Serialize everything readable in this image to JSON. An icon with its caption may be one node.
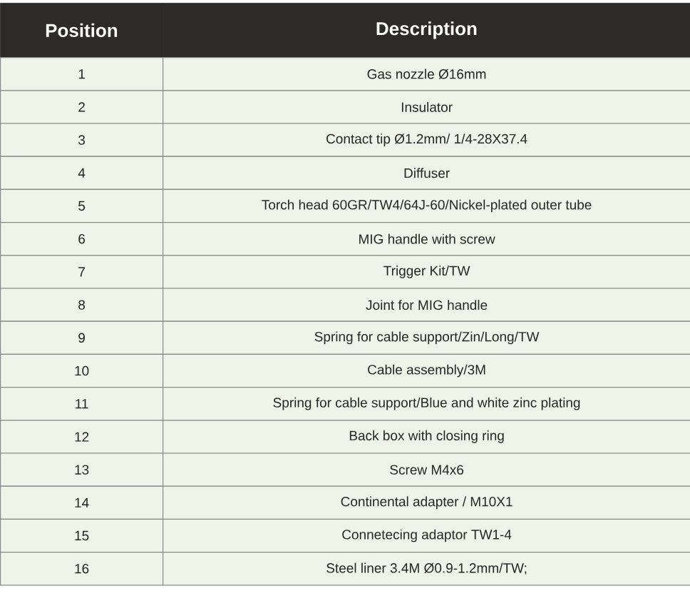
{
  "diagram": {
    "labels": [
      "Position",
      "Description",
      "1",
      "Gas nozzle Ø16mm",
      "2",
      "Insulator",
      "3",
      "Contact tip Ø1.2mm/ 1/4-28X37.4",
      "4",
      "Diffuser",
      "5",
      "Torch head 60GR/TW4/64J-60/Nickel-plated outer tube",
      "6",
      "MIG handle with screw",
      "7",
      "Trigger Kit/TW",
      "8",
      "Joint for MIG handle",
      "9",
      "Spring for cable support/Zin/Long/TW",
      "10",
      "Cable assembly/3M",
      "11",
      "Spring for cable support/Blue and white zinc plating",
      "12",
      "Back box with closing ring",
      "13",
      "Screw M4x6",
      "14",
      "Continental adapter / M10X1",
      "15",
      "Connetecing adaptor TW1-4",
      "16",
      "Steel liner 3.4M Ø0.9-1.2mm/TW;"
    ]
  }
}
